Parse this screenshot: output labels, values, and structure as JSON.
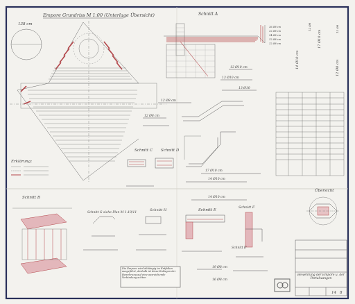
{
  "drawing": {
    "title": "Empore Grundriss M 1:00 (Unterlage Übersicht)",
    "notes_title": "Erklärung:",
    "radius_label": "138 cm",
    "sections": {
      "a": "Schnitt A",
      "b": "Schnitt B",
      "c": "Schnitt C",
      "d": "Schnitt D",
      "e": "Schnitt E",
      "f": "Schnitt F",
      "g": "Schnitt G siehe Plan M 1:10/11",
      "h": "Schnitt H",
      "e_prime": "Schnitt E'",
      "overview": "Übersicht"
    },
    "note_box": "Die Empore wird abhängig im Entfalten ausgeführt, deshalb ist diese Entlagen der Bewehrung auf eine ausreichende Verbindung achten",
    "title_block": {
      "project": "Bewehrung der Empore u. der Portalwangen",
      "number": "14",
      "sheet": "8"
    },
    "dimension_labels": [
      "13 Ø10 cm",
      "13 Ø10 cm",
      "13 Ø10",
      "12 Ø8 cm",
      "12 Ø8 cm",
      "17 Ø10 cm",
      "14 Ø10 cm",
      "14 Ø10 cm",
      "19 Ø8 cm",
      "16 Ø8 cm"
    ]
  },
  "colors": {
    "paper": "#f3f2ee",
    "ink": "#3a3a3a",
    "border": "#29305a",
    "red": "#b4464a",
    "hatch": "#d9a8ad"
  }
}
